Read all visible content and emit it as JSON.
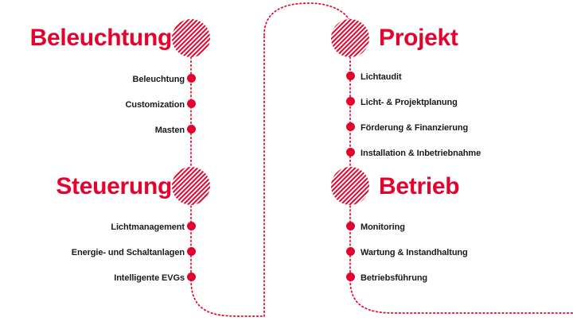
{
  "diagram": {
    "title_color": "#e4032e",
    "item_color": "#1a1a1a",
    "background": "#ffffff",
    "sections": [
      {
        "id": "beleuchtung",
        "title": "Beleuchtung",
        "side": "left",
        "items": [
          "Beleuchtung",
          "Customization",
          "Masten"
        ]
      },
      {
        "id": "projekt",
        "title": "Projekt",
        "side": "right",
        "items": [
          "Lichtaudit",
          "Licht- & Projektplanung",
          "Förderung & Finanzierung",
          "Installation & Inbetriebnahme"
        ]
      },
      {
        "id": "steuerung",
        "title": "Steuerung",
        "side": "left",
        "items": [
          "Lichtmanagement",
          "Energie- und Schaltanlagen",
          "Intelligente EVGs"
        ]
      },
      {
        "id": "betrieb",
        "title": "Betrieb",
        "side": "right",
        "items": [
          "Monitoring",
          "Wartung & Instandhaltung",
          "Betriebsführung"
        ]
      }
    ]
  }
}
